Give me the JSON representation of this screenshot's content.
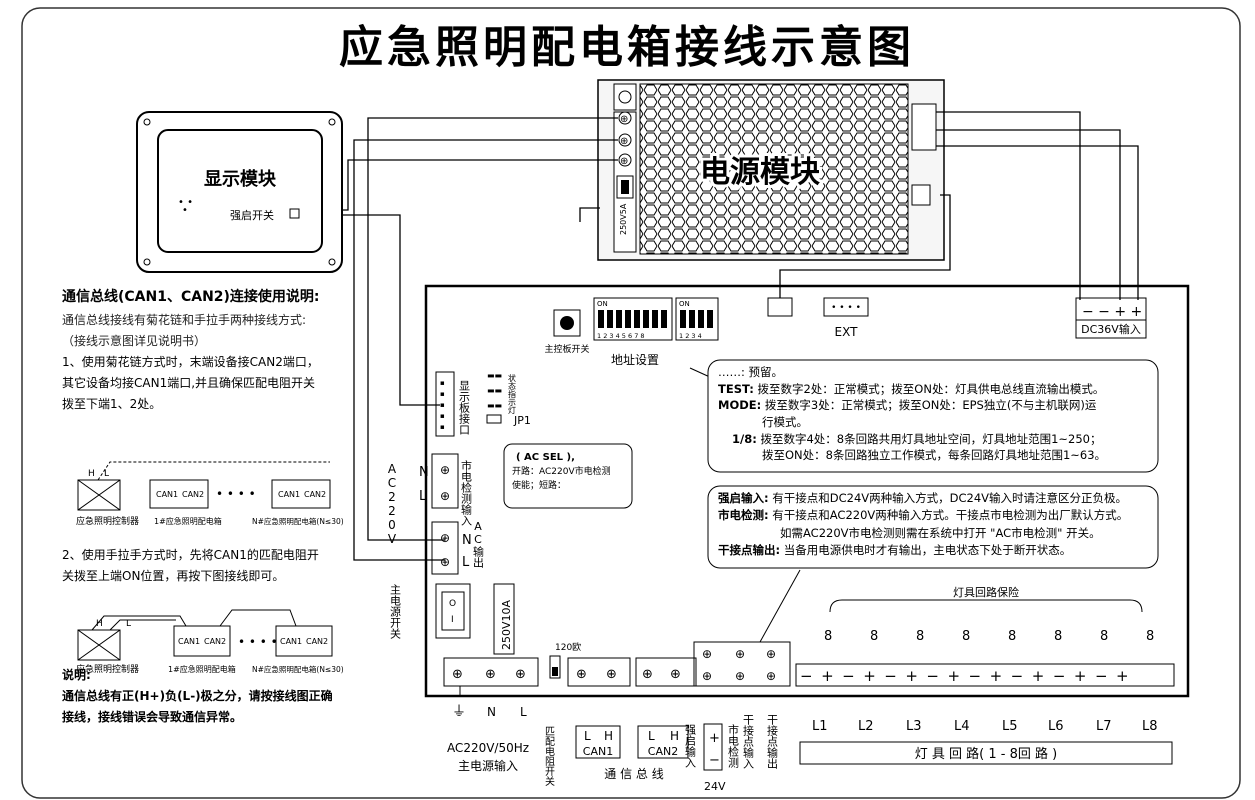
{
  "title": "应急照明配电箱接线示意图",
  "display_module": {
    "label": "显示模块",
    "switch_label": "强启开关"
  },
  "power_module": {
    "label": "电源模块",
    "fuse": "250V5A"
  },
  "legend": {
    "heading": "通信总线(CAN1、CAN2)连接使用说明:",
    "line1": "通信总线接线有菊花链和手拉手两种接线方式:",
    "line2": "（接线示意图详见说明书）",
    "line3": "1、使用菊花链方式时，末端设备接CAN2端口，",
    "line4": "其它设备均接CAN1端口,并且确保匹配电阻开关",
    "line5": "拨至下端1、2处。",
    "line6": "2、使用手拉手方式时，先将CAN1的匹配电阻开",
    "line7": "关拨至上端ON位置，再按下图接线即可。",
    "note_head": "说明:",
    "note1": "通信总线有正(H+)负(L-)极之分，请按接线图正确",
    "note2": "接线，接线错误会导致通信异常。",
    "d_controller": "应急照明控制器",
    "d_box1": "1#应急照明配电箱",
    "d_boxn": "N#应急照明配电箱(N≤30)",
    "can1": "CAN1",
    "can2": "CAN2",
    "dots": "• • • •",
    "hl_h": "H",
    "hl_l": "L"
  },
  "board": {
    "main_switch": "主控板开关",
    "address": "地址设置",
    "ext": "EXT",
    "dc36": "DC36V输入",
    "display_port": "显示板接口",
    "status": "状态指示灯",
    "jp1": "JP1",
    "ac_sel_title": "( AC SEL ),",
    "ac_sel_open": "开路：AC220V市电检测",
    "ac_sel_short": "使能；短路：",
    "mains_detect_in": "市电检测输入",
    "ac220v": "AC220V",
    "ac_out": "AC输出",
    "main_power_switch": "主电源开关",
    "fuse_main": "250V10A",
    "r120": "120欧",
    "lamp_fuse": "灯具回路保险",
    "loops_label": "灯 具 回 路( 1 - 8回 路 )",
    "loops": [
      "L1",
      "L2",
      "L3",
      "L4",
      "L5",
      "L6",
      "L7",
      "L8"
    ],
    "on": "ON",
    "dip8": "1 2 3 4 5 6 7 8",
    "dip4": "1 2 3 4",
    "n": "N",
    "l": "L",
    "plus": "+",
    "minus": "−"
  },
  "notes1": {
    "reserved": "……: 预留。",
    "test_k": "TEST:",
    "test_v": "拨至数字2处：正常模式；拨至ON处：灯具供电总线直流输出模式。",
    "mode_k": "MODE:",
    "mode_v": "拨至数字3处：正常模式；拨至ON处：EPS独立(不与主机联网)运",
    "mode_v2": "行模式。",
    "k18": "1/8:",
    "v18": "拨至数字4处：8条回路共用灯具地址空间，灯具地址范围1~250；",
    "v18b": "拨至ON处：8条回路独立工作模式，每条回路灯具地址范围1~63。"
  },
  "notes2": {
    "a_k": "强启输入:",
    "a_v": "有干接点和DC24V两种输入方式，DC24V输入时请注意区分正负极。",
    "b_k": "市电检测:",
    "b_v": "有干接点和AC220V两种输入方式。干接点市电检测为出厂默认方式。",
    "b_v2": "如需AC220V市电检测则需在系统中打开 \"AC市电检测\" 开关。",
    "c_k": "干接点输出:",
    "c_v": "当备用电源供电时才有输出，主电状态下处于断开状态。"
  },
  "bottom": {
    "ground": "⏚",
    "n": "N",
    "l": "L",
    "power_in1": "AC220V/50Hz",
    "power_in2": "主电源输入",
    "match_res": "匹配电阻开关",
    "can1": "CAN1",
    "can2": "CAN2",
    "bus": "通 信 总 线",
    "force_in": "强启输入",
    "v24": "24V",
    "mains_det": "市电检测",
    "dry_in": "干接点输入",
    "dry_out": "干接点输出",
    "lh_l": "L",
    "lh_h": "H"
  }
}
